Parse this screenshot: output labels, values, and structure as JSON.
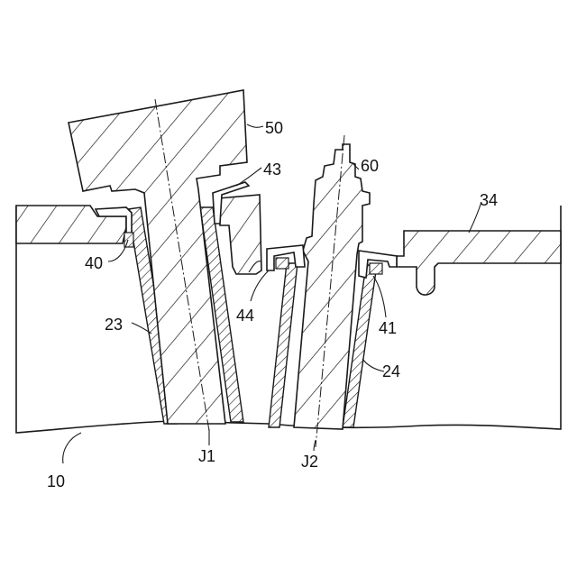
{
  "figure": {
    "labels": {
      "part_10": "10",
      "part_23": "23",
      "part_24": "24",
      "part_34": "34",
      "part_40": "40",
      "part_41": "41",
      "part_43": "43",
      "part_44": "44",
      "part_50": "50",
      "part_60": "60",
      "axis_j1": "J1",
      "axis_j2": "J2"
    }
  }
}
